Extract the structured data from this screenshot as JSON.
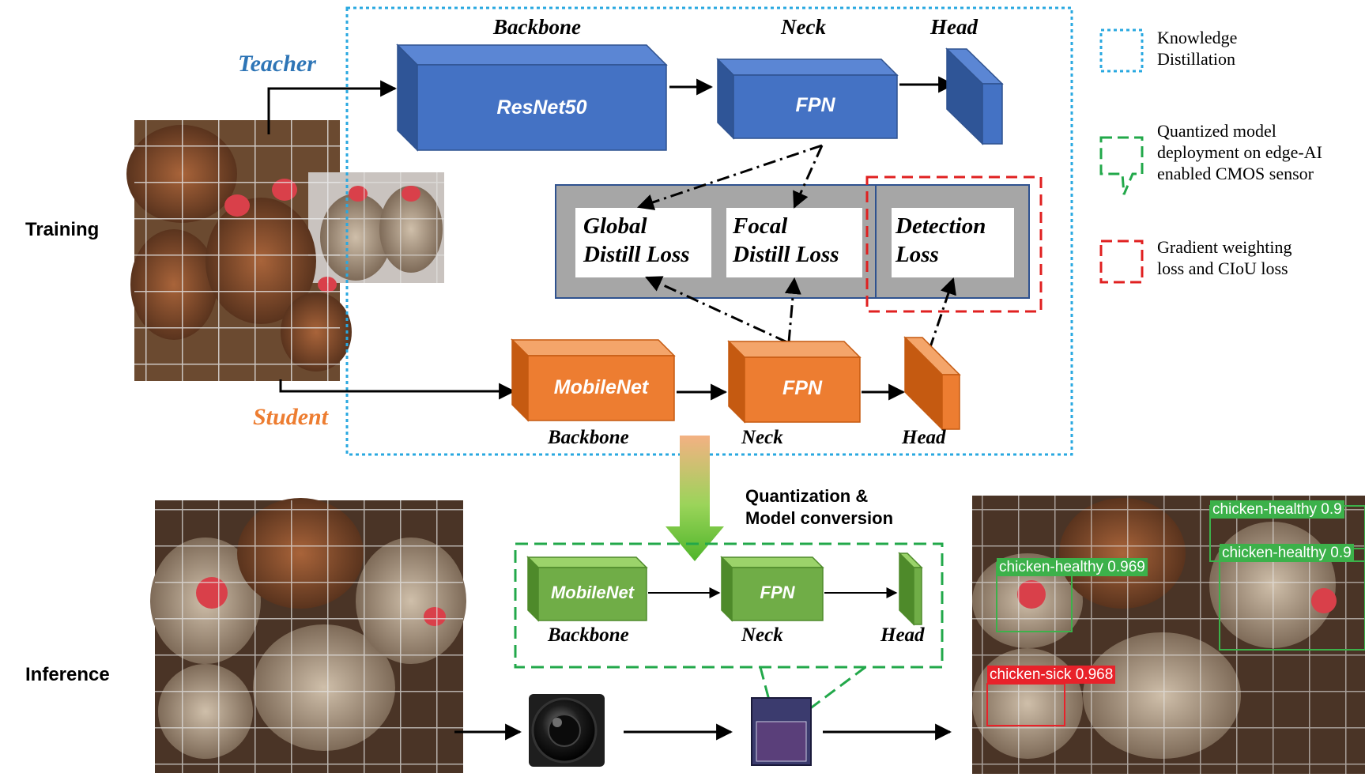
{
  "sections": {
    "training": "Training",
    "inference": "Inference"
  },
  "roles": {
    "teacher": "Teacher",
    "student": "Student"
  },
  "teacher": {
    "stage_titles": {
      "backbone": "Backbone",
      "neck": "Neck",
      "head": "Head"
    },
    "backbone_label": "ResNet50",
    "neck_label": "FPN"
  },
  "losses": {
    "global_line1": "Global",
    "global_line2": "Distill Loss",
    "focal_line1": "Focal",
    "focal_line2": "Distill Loss",
    "detection_line1": "Detection",
    "detection_line2": "Loss"
  },
  "student": {
    "backbone_label": "MobileNet",
    "neck_label": "FPN",
    "stage_titles": {
      "backbone": "Backbone",
      "neck": "Neck",
      "head": "Head"
    }
  },
  "quantization": {
    "line1": "Quantization &",
    "line2": "Model conversion"
  },
  "quantized": {
    "backbone_label": "MobileNet",
    "neck_label": "FPN",
    "stage_titles": {
      "backbone": "Backbone",
      "neck": "Neck",
      "head": "Head"
    }
  },
  "legend": {
    "kd_line1": "Knowledge",
    "kd_line2": "Distillation",
    "q_line1": "Quantized model",
    "q_line2": "deployment on edge-AI",
    "q_line3": "enabled CMOS sensor",
    "g_line1": "Gradient weighting",
    "g_line2": "loss and CIoU loss"
  },
  "detections": [
    {
      "label": "chicken-healthy 0.9",
      "status": "healthy"
    },
    {
      "label": "chicken-healthy 0.9",
      "status": "healthy"
    },
    {
      "label": "chicken-healthy 0.969",
      "status": "healthy"
    },
    {
      "label": "chicken-sick 0.968",
      "status": "sick"
    }
  ],
  "colors": {
    "teacher_blue": "#4472c4",
    "student_orange": "#ed7d31",
    "quantized_green": "#70ad47",
    "kd_border": "#29a8e0",
    "quant_border": "#22a84a",
    "grad_border": "#e02020",
    "loss_panel": "#a6a6a6",
    "healthy": "#3cb14a",
    "sick": "#e8222a"
  },
  "icons": {
    "camera": "camera-lens-icon",
    "sensor": "cmos-sensor-chip-icon"
  }
}
